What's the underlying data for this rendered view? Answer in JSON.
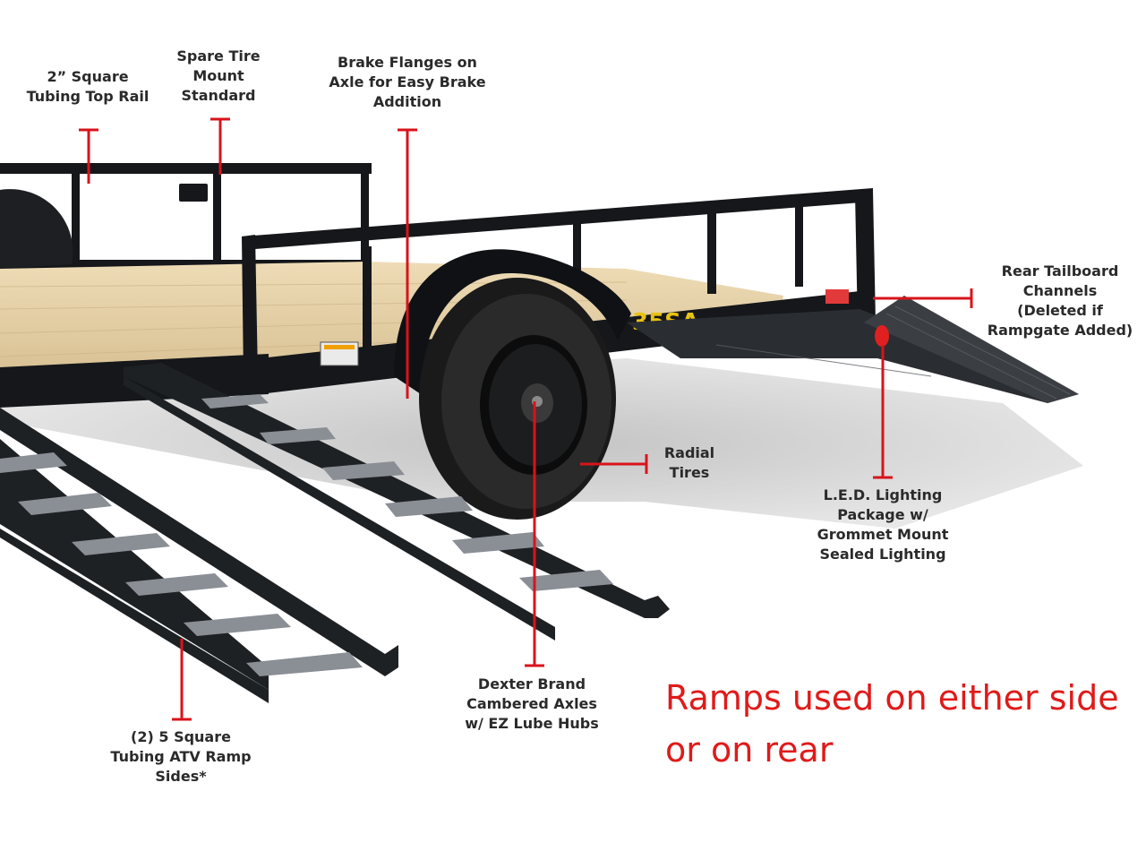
{
  "labels": {
    "top_rail": [
      "2” Square",
      "Tubing Top Rail"
    ],
    "spare_tire": [
      "Spare Tire",
      "Mount",
      "Standard"
    ],
    "brake_flanges": [
      "Brake Flanges on",
      "Axle for Easy Brake",
      "Addition"
    ],
    "tailboard": [
      "Rear Tailboard",
      "Channels",
      "(Deleted if",
      "Rampgate Added)"
    ],
    "radial_tires": [
      "Radial",
      "Tires"
    ],
    "led_lighting": [
      "L.E.D. Lighting",
      "Package w/",
      "Grommet Mount",
      "Sealed Lighting"
    ],
    "axles": [
      "Dexter Brand",
      "Cambered Axles",
      "w/ EZ Lube Hubs"
    ],
    "ramp_sides": [
      "(2) 5 Square",
      "Tubing ATV Ramp",
      "Sides*"
    ]
  },
  "model_decal": "35SA",
  "note": [
    "Ramps used on either side",
    "or on rear"
  ],
  "colors": {
    "callout": "#d8141b",
    "note": "#e01a1a",
    "frame": "#15171a",
    "deck": "#e3cfa4"
  }
}
